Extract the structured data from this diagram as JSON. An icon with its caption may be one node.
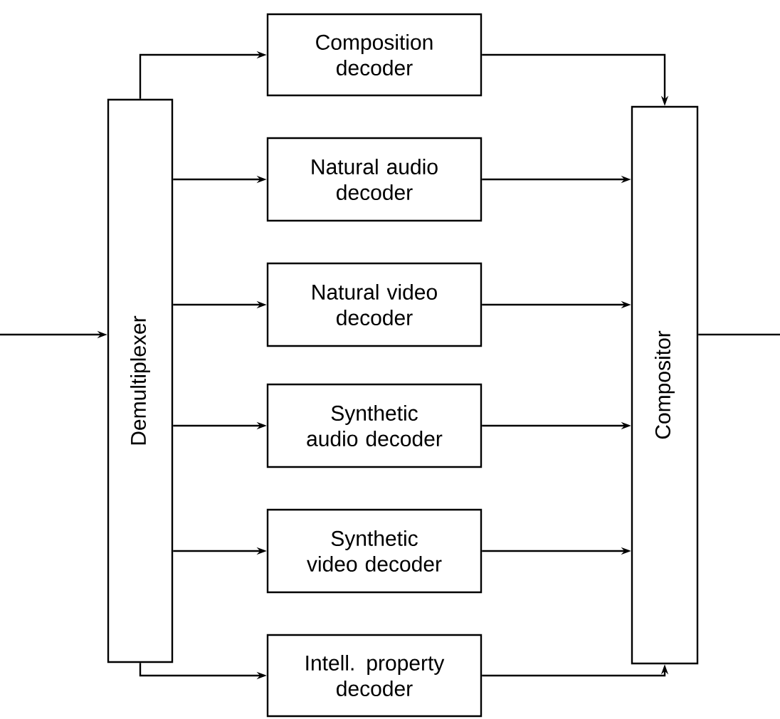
{
  "diagram": {
    "nodes": [
      {
        "text": [
          "Demultiplexer"
        ]
      },
      {
        "text": [
          "Composition decoder"
        ]
      },
      {
        "text": [
          "Natural audio decoder"
        ]
      },
      {
        "text": [
          "Natural video decoder"
        ]
      },
      {
        "text": [
          "Synthetic audio decoder"
        ]
      },
      {
        "text": [
          "Synthetic video decoder"
        ]
      },
      {
        "text": [
          "Intell. property decoder"
        ]
      },
      {
        "text": [
          "Compositor"
        ]
      }
    ],
    "edges": [
      {
        "from": null,
        "to": 0,
        "arrow": "to"
      },
      {
        "from": 0,
        "to": 1,
        "arrow": "to"
      },
      {
        "from": 0,
        "to": 2,
        "arrow": "to"
      },
      {
        "from": 0,
        "to": 3,
        "arrow": "to"
      },
      {
        "from": 0,
        "to": 4,
        "arrow": "to"
      },
      {
        "from": 0,
        "to": 5,
        "arrow": "to"
      },
      {
        "from": 0,
        "to": 6,
        "arrow": "to"
      },
      {
        "from": 1,
        "to": 7,
        "arrow": "to"
      },
      {
        "from": 2,
        "to": 7,
        "arrow": "to"
      },
      {
        "from": 3,
        "to": 7,
        "arrow": "to"
      },
      {
        "from": 4,
        "to": 7,
        "arrow": "to"
      },
      {
        "from": 5,
        "to": 7,
        "arrow": "to"
      },
      {
        "from": 6,
        "to": 7,
        "arrow": "to"
      },
      {
        "from": 7,
        "to": null,
        "arrow": "none"
      }
    ]
  }
}
